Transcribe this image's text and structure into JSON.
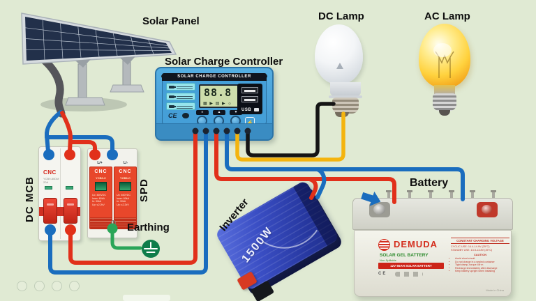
{
  "colors": {
    "background": "#e0ead3",
    "wire_red": "#e1301a",
    "wire_blue": "#1a6dbe",
    "wire_yellow": "#f4b40e",
    "wire_black": "#151515",
    "wire_green": "#2aa558",
    "cable_gray": "#55555a",
    "earth_green": "#0e7c4a",
    "terminal_dark": "#1c2430"
  },
  "labels": {
    "solar_panel": "Solar Panel",
    "controller": "Solar Charge Controller",
    "dc_lamp": "DC Lamp",
    "ac_lamp": "AC Lamp",
    "dc_mcb": "DC MCB",
    "spd": "SPD",
    "earthing": "Earthing",
    "inverter": "Inverter",
    "battery": "Battery"
  },
  "controller": {
    "title": "SOLAR CHARGE CONTROLLER",
    "display_value": "88.8",
    "unit_top": "V%",
    "unit_bottom": "AH",
    "lcd_icons": "▦ ▶ ▤ ▶ ☼",
    "menu_glyphs": [
      "≡",
      "▲",
      "▼"
    ],
    "usb_label": "USB",
    "ce_mark": "CE"
  },
  "mcb": {
    "brand": "CNC",
    "model": "YCB9-80DM",
    "rating": "20A"
  },
  "spd": {
    "brand": "CNC",
    "model": "YCB6-C",
    "terminal_plus": "L/+",
    "terminal_minus": "L/-",
    "specs": [
      "Uc: 460VDC",
      "Imax: 60kA",
      "In: 30kA",
      "Up: ≤2.2kV"
    ]
  },
  "inverter": {
    "power": "1500W"
  },
  "battery": {
    "brand": "DEMUDA",
    "type": "SOLAR GEL BATTERY",
    "subtype": "Non-Spillable",
    "banner": "12V 65AH SOLAR BATTERY",
    "panel_title": "CONSTANT CHARGING VOLTAGE",
    "cycle_line": "CYCLIC USE: 14.4-14.9V (25°C)",
    "standby_line": "STANDBY USE: 13.5-13.8V (25°C)",
    "caution_title": "CAUTION",
    "cautions": [
      "Avoid short circuit",
      "Do not charge in a sealed container",
      "Tight clamp, torque 4N·m",
      "Recharge immediately after discharge",
      "Keep battery upright when installing"
    ],
    "made_in": "Made in China",
    "ce_mark": "CE"
  }
}
